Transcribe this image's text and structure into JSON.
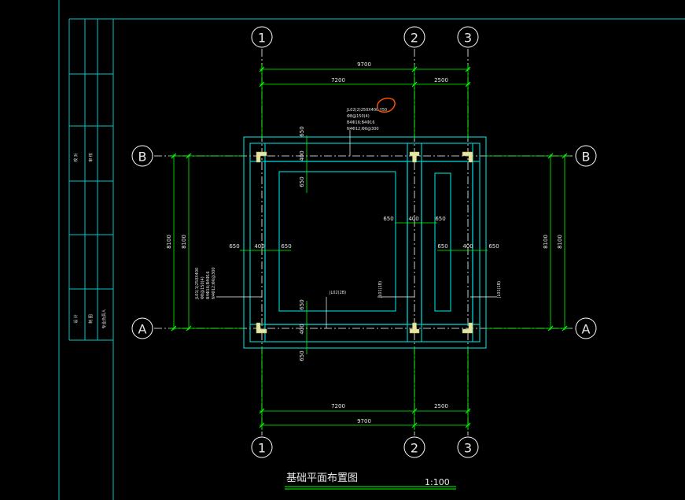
{
  "drawing": {
    "title": "基础平面布置图",
    "scale": "1:100"
  },
  "grid_axes": {
    "columns": [
      "1",
      "2",
      "3"
    ],
    "rows": [
      "B",
      "A"
    ]
  },
  "dimensions": {
    "overall_width": "9700",
    "left_bay": "7200",
    "right_bay": "2500",
    "overall_depth": "8100",
    "offset_650": "650",
    "wall_400": "400"
  },
  "beam_labels": {
    "jl02_top_line1": "JL02(2)250X400 Y50",
    "jl02_top_line2": "Φ8@150(4)",
    "jl02_top_line3": "B4Φ16;B4Φ16",
    "jl02_top_line4": "N4Φ12;Φ6@300",
    "jl01_left_line1": "JL01(1)250X400",
    "jl01_left_line2": "Φ8@150(4)",
    "jl01_left_line3": "B4Φ16;B4Φ16",
    "jl01_left_line4": "N4Φ12;Φ6@300",
    "jl02_mid": "JL02(2B)",
    "jl01_mid": "JL01(1B)",
    "jl01_right": "JL01(1B)"
  },
  "title_block": {
    "cell_1": "校 对",
    "cell_2": "审 核",
    "cell_3": "设 计",
    "cell_4": "制 图",
    "cell_5": "专业负责人"
  },
  "colors": {
    "background": "#000000",
    "grid_line": "#ffffff",
    "dimension": "#00ff00",
    "foundation": "#00c8c8",
    "column": "#e6e6a0",
    "annotation": "#ff5000"
  }
}
